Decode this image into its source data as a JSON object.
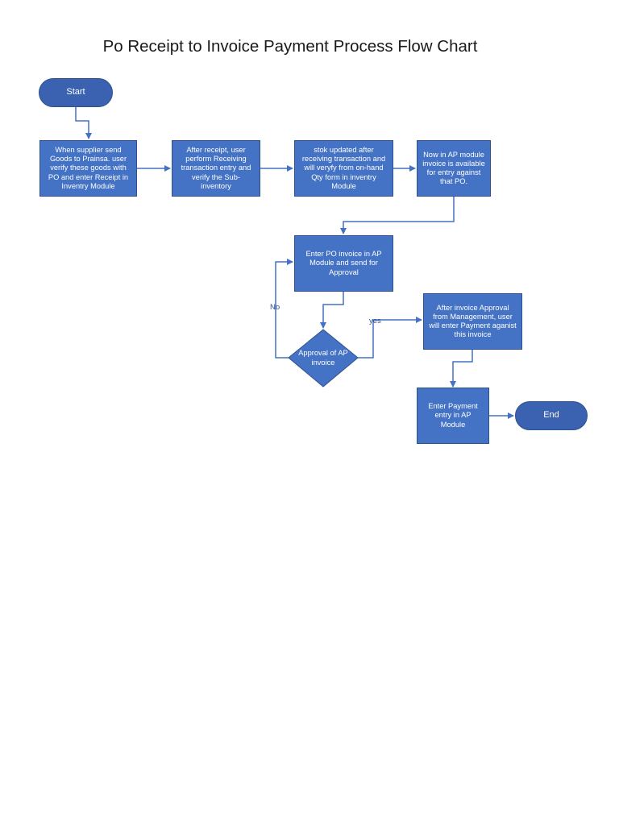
{
  "title": "Po Receipt to Invoice Payment Process Flow Chart",
  "colors": {
    "node_fill": "#4472c4",
    "node_border": "#2f528f",
    "terminal_fill": "#3a62b0",
    "connector": "#4472c4",
    "text": "#ffffff"
  },
  "nodes": {
    "start": "Start",
    "step1": "When supplier send Goods to Prainsa. user verify these goods with PO and enter Receipt in Inventry Module",
    "step2": "After receipt, user perform Receiving transaction entry and verify the Sub-inventory",
    "step3": "stok updated after receiving transaction and will veryfy from on-hand Qty form in inventry Module",
    "step4": "Now in AP module invoice is available for entry against that PO.",
    "step5": "Enter PO invoice in AP Module and send for Approval",
    "decision": "Approval of AP invoice",
    "step6": "After invoice Approval  from Management, user will enter Payment aganist this invoice",
    "step7": "Enter Payment entry in AP Module",
    "end": "End"
  },
  "edge_labels": {
    "no": "No",
    "yes": "yes"
  }
}
